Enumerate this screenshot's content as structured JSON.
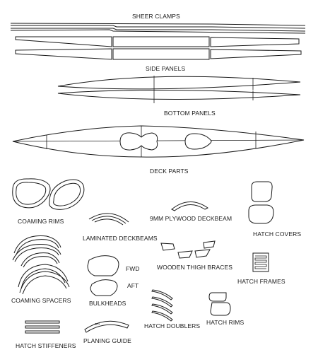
{
  "labels": {
    "sheer_clamps": "SHEER CLAMPS",
    "side_panels": "SIDE PANELS",
    "bottom_panels": "BOTTOM PANELS",
    "deck_parts": "DECK PARTS",
    "coaming_rims": "COAMING RIMS",
    "laminated_deckbeams": "LAMINATED DECKBEAMS",
    "plywood_deckbeam": "9MM PLYWOOD DECKBEAM",
    "hatch_covers": "HATCH COVERS",
    "thigh_braces": "WOODEN THIGH BRACES",
    "fwd": "FWD",
    "aft": "AFT",
    "hatch_frames": "HATCH FRAMES",
    "coaming_spacers": "COAMING SPACERS",
    "bulkheads": "BULKHEADS",
    "hatch_doublers": "HATCH DOUBLERS",
    "hatch_rims": "HATCH RIMS",
    "hatch_stiffeners": "HATCH STIFFENERS",
    "planing_guide": "PLANING GUIDE"
  },
  "colors": {
    "ink": "#1a1a1a",
    "background": "#ffffff"
  }
}
